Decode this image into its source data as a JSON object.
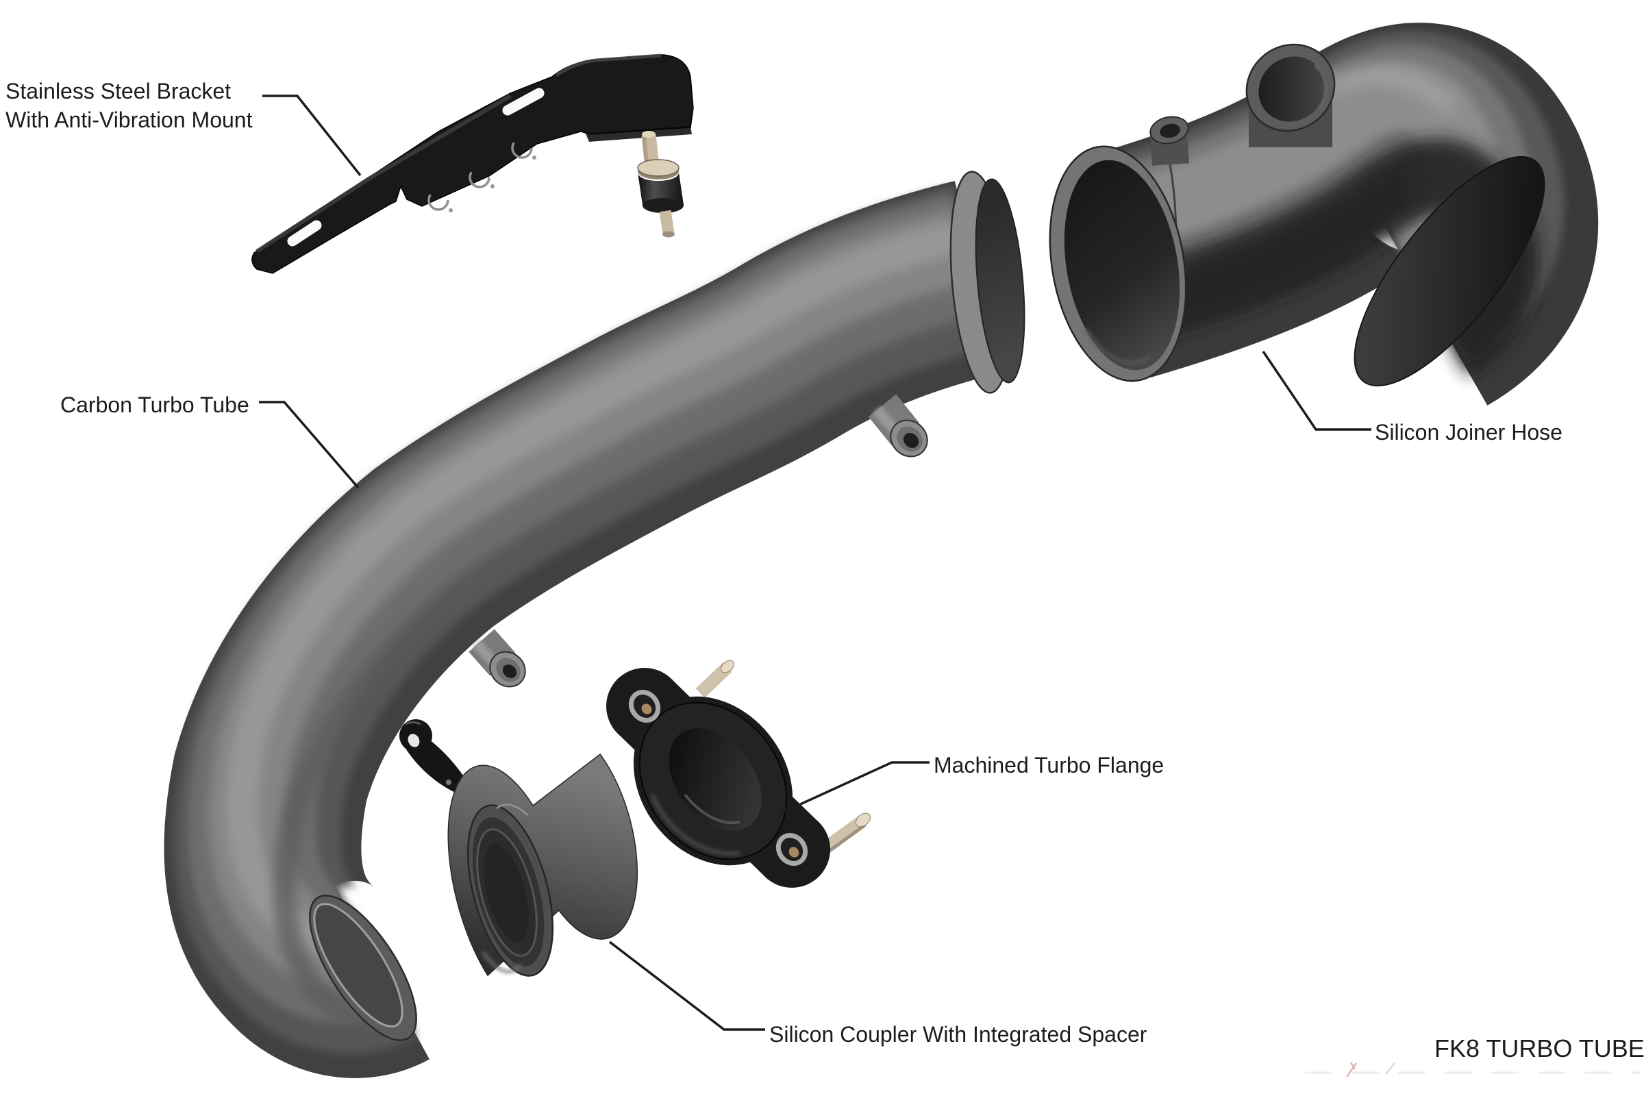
{
  "diagram": {
    "background_color": "#ffffff",
    "text_color": "#1c1c1c",
    "product_code": "FK8 TURBO TUBE",
    "labels": {
      "bracket": {
        "line1": "Stainless Steel Bracket",
        "line2": "With Anti-Vibration Mount"
      },
      "carbon_tube": {
        "line1": "Carbon Turbo Tube"
      },
      "joiner_hose": {
        "line1": "Silicon Joiner Hose"
      },
      "turbo_flange": {
        "line1": "Machined Turbo Flange"
      },
      "coupler": {
        "line1": "Silicon Coupler With Integrated Spacer"
      }
    },
    "parts": [
      {
        "name": "Carbon Turbo Tube",
        "color": "#6e6e6e"
      },
      {
        "name": "Silicon Joiner Hose",
        "color": "#555555"
      },
      {
        "name": "Stainless Steel Bracket With Anti-Vibration Mount",
        "color": "#1a1a1a"
      },
      {
        "name": "Machined Turbo Flange",
        "color": "#1b1b1b"
      },
      {
        "name": "Silicon Coupler With Integrated Spacer",
        "color": "#4e4e4e"
      }
    ]
  }
}
